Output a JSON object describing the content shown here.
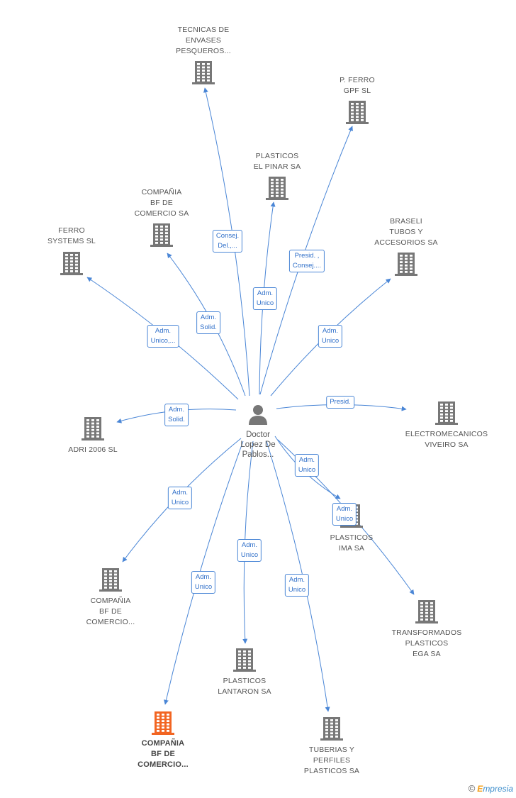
{
  "center": {
    "lines": [
      "Doctor",
      "Lopez De",
      "Pablos..."
    ],
    "icon": "person-icon"
  },
  "nodes": [
    {
      "id": "tecnicas",
      "lines": [
        "TECNICAS DE",
        "ENVASES",
        "PESQUEROS..."
      ],
      "icon": "building-icon",
      "highlight": false
    },
    {
      "id": "pferro",
      "lines": [
        "P. FERRO",
        "GPF SL"
      ],
      "icon": "building-icon",
      "highlight": false
    },
    {
      "id": "plasticos-pinar",
      "lines": [
        "PLASTICOS",
        "EL PINAR SA"
      ],
      "icon": "building-icon",
      "highlight": false
    },
    {
      "id": "bf-comercio-sa",
      "lines": [
        "COMPAÑIA",
        "BF DE",
        "COMERCIO SA"
      ],
      "icon": "building-icon",
      "highlight": false
    },
    {
      "id": "ferro-systems",
      "lines": [
        "FERRO",
        "SYSTEMS SL"
      ],
      "icon": "building-icon",
      "highlight": false
    },
    {
      "id": "braseli",
      "lines": [
        "BRASELI",
        "TUBOS Y",
        "ACCESORIOS SA"
      ],
      "icon": "building-icon",
      "highlight": false
    },
    {
      "id": "adri",
      "lines": [
        "ADRI 2006 SL"
      ],
      "icon": "building-icon",
      "highlight": false
    },
    {
      "id": "electromecanicos",
      "lines": [
        "ELECTROMECANICOS",
        "VIVEIRO SA"
      ],
      "icon": "building-icon",
      "highlight": false
    },
    {
      "id": "plasticos-ima",
      "lines": [
        "PLASTICOS",
        "IMA SA"
      ],
      "icon": "building-icon",
      "highlight": false
    },
    {
      "id": "bf-comercio-2",
      "lines": [
        "COMPAÑIA",
        "BF DE",
        "COMERCIO..."
      ],
      "icon": "building-icon",
      "highlight": false
    },
    {
      "id": "transformados",
      "lines": [
        "TRANSFORMADOS",
        "PLASTICOS",
        "EGA SA"
      ],
      "icon": "building-icon",
      "highlight": false
    },
    {
      "id": "lantaron",
      "lines": [
        "PLASTICOS",
        "LANTARON SA"
      ],
      "icon": "building-icon",
      "highlight": false
    },
    {
      "id": "bf-comercio-main",
      "lines": [
        "COMPAÑIA",
        "BF DE",
        "COMERCIO..."
      ],
      "icon": "building-icon",
      "highlight": true
    },
    {
      "id": "tuberias",
      "lines": [
        "TUBERIAS Y",
        "PERFILES",
        "PLASTICOS SA"
      ],
      "icon": "building-icon",
      "highlight": false
    }
  ],
  "edges": [
    {
      "to": "tecnicas",
      "lines": [
        "Consej.",
        "Del.,..."
      ]
    },
    {
      "to": "pferro",
      "lines": [
        "Presid. ,",
        "Consej...."
      ]
    },
    {
      "to": "plasticos-pinar",
      "lines": [
        "Adm.",
        "Unico"
      ]
    },
    {
      "to": "bf-comercio-sa",
      "lines": [
        "Adm.",
        "Solid."
      ]
    },
    {
      "to": "ferro-systems",
      "lines": [
        "Adm.",
        "Unico,..."
      ]
    },
    {
      "to": "braseli",
      "lines": [
        "Adm.",
        "Unico"
      ]
    },
    {
      "to": "adri",
      "lines": [
        "Adm.",
        "Solid."
      ]
    },
    {
      "to": "electromecanicos",
      "lines": [
        "Presid."
      ]
    },
    {
      "to": "plasticos-ima",
      "lines": [
        "Adm.",
        "Unico"
      ]
    },
    {
      "to": "transformados",
      "lines": [
        "Adm.",
        "Unico"
      ]
    },
    {
      "to": "bf-comercio-2",
      "lines": [
        "Adm.",
        "Unico"
      ]
    },
    {
      "to": "lantaron",
      "lines": [
        "Adm.",
        "Unico"
      ]
    },
    {
      "to": "bf-comercio-main",
      "lines": [
        "Adm.",
        "Unico"
      ]
    },
    {
      "to": "tuberias",
      "lines": [
        "Adm.",
        "Unico"
      ]
    }
  ],
  "colors": {
    "edge": "#4a86d6",
    "building": "#777777",
    "building_highlight": "#f26522",
    "person": "#777777"
  },
  "footer": {
    "copyright": "©",
    "brand_initial": "E",
    "brand_rest": "mpresia"
  }
}
